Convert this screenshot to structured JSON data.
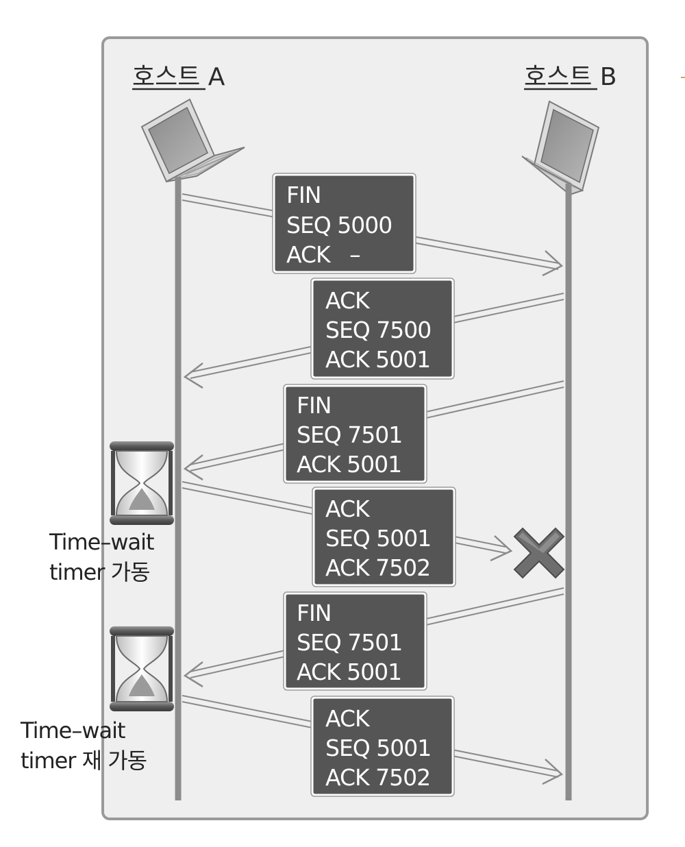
{
  "hosts": {
    "a": {
      "label": "호스트 A"
    },
    "b": {
      "label": "호스트 B"
    }
  },
  "messages": [
    {
      "lines": [
        "FIN",
        "SEQ 5000",
        "ACK   –"
      ],
      "direction": "a-to-b",
      "lost": false
    },
    {
      "lines": [
        "ACK",
        "SEQ 7500",
        "ACK 5001"
      ],
      "direction": "b-to-a",
      "lost": false
    },
    {
      "lines": [
        "FIN",
        "SEQ 7501",
        "ACK 5001"
      ],
      "direction": "b-to-a",
      "lost": false
    },
    {
      "lines": [
        "ACK",
        "SEQ 5001",
        "ACK 7502"
      ],
      "direction": "a-to-b",
      "lost": true
    },
    {
      "lines": [
        "FIN",
        "SEQ 7501",
        "ACK 5001"
      ],
      "direction": "b-to-a",
      "lost": false
    },
    {
      "lines": [
        "ACK",
        "SEQ 5001",
        "ACK 7502"
      ],
      "direction": "a-to-b",
      "lost": false
    }
  ],
  "timers": [
    {
      "lines": [
        "Time–wait",
        "timer 가동"
      ],
      "icon": "hourglass-icon"
    },
    {
      "lines": [
        "Time–wait",
        "timer 재 가동"
      ],
      "icon": "hourglass-icon"
    }
  ],
  "colors": {
    "frame_fill": "#efefef",
    "frame_stroke": "#9a9a9a",
    "lifeline": "#8c8c8c",
    "message_box": "#555555",
    "arrow_outline": "#8a8a8a",
    "lost_marker": "#6e6e6e"
  },
  "icons": {
    "host": "laptop-icon",
    "lost": "x-mark-icon"
  }
}
